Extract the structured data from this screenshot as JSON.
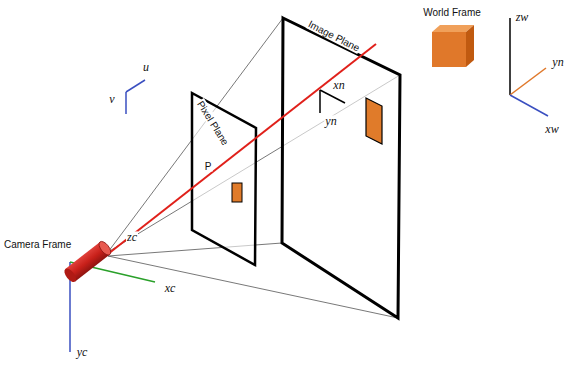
{
  "diagram": {
    "labels": [
      "Image Plane",
      "World Frame",
      "zw",
      "yn",
      "u",
      "xn",
      "v",
      "yn",
      "Pixel Plane",
      "P",
      "xw",
      "Camera Frame",
      "zc",
      "xc",
      "yc"
    ]
  }
}
